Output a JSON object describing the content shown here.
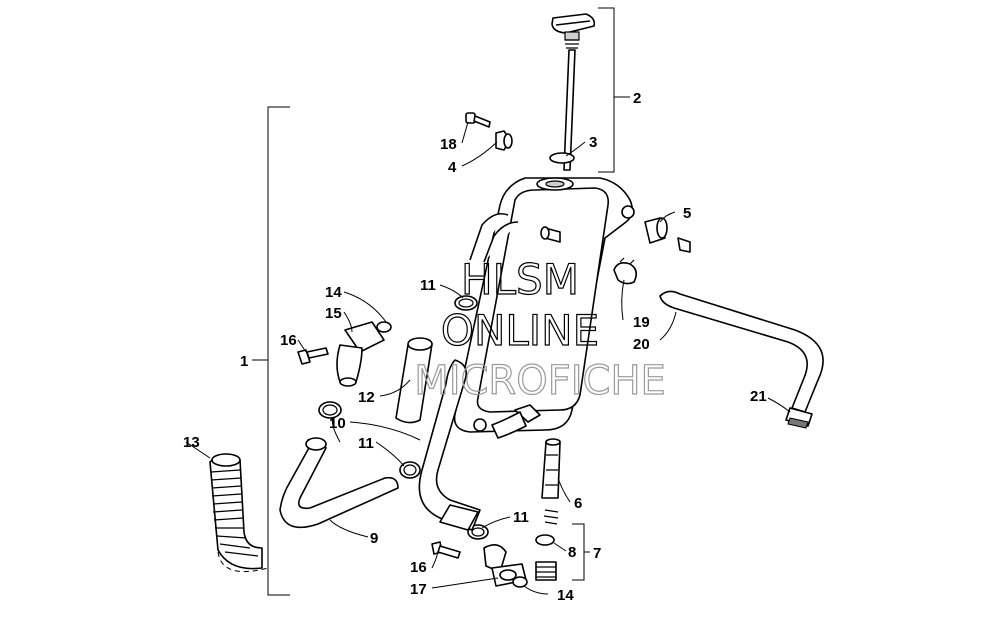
{
  "watermark": {
    "line1": "HLSM",
    "line2": "ONLINE",
    "line3": "MICROFICHE"
  },
  "callouts": {
    "c1": "1",
    "c2": "2",
    "c3": "3",
    "c4": "4",
    "c5": "5",
    "c6": "6",
    "c7": "7",
    "c8": "8",
    "c9": "9",
    "c10": "10",
    "c11a": "11",
    "c11b": "11",
    "c11c": "11",
    "c12": "12",
    "c13": "13",
    "c14a": "14",
    "c14b": "14",
    "c15": "15",
    "c16a": "16",
    "c16b": "16",
    "c17": "17",
    "c18": "18",
    "c19": "19",
    "c20": "20",
    "c21": "21"
  }
}
